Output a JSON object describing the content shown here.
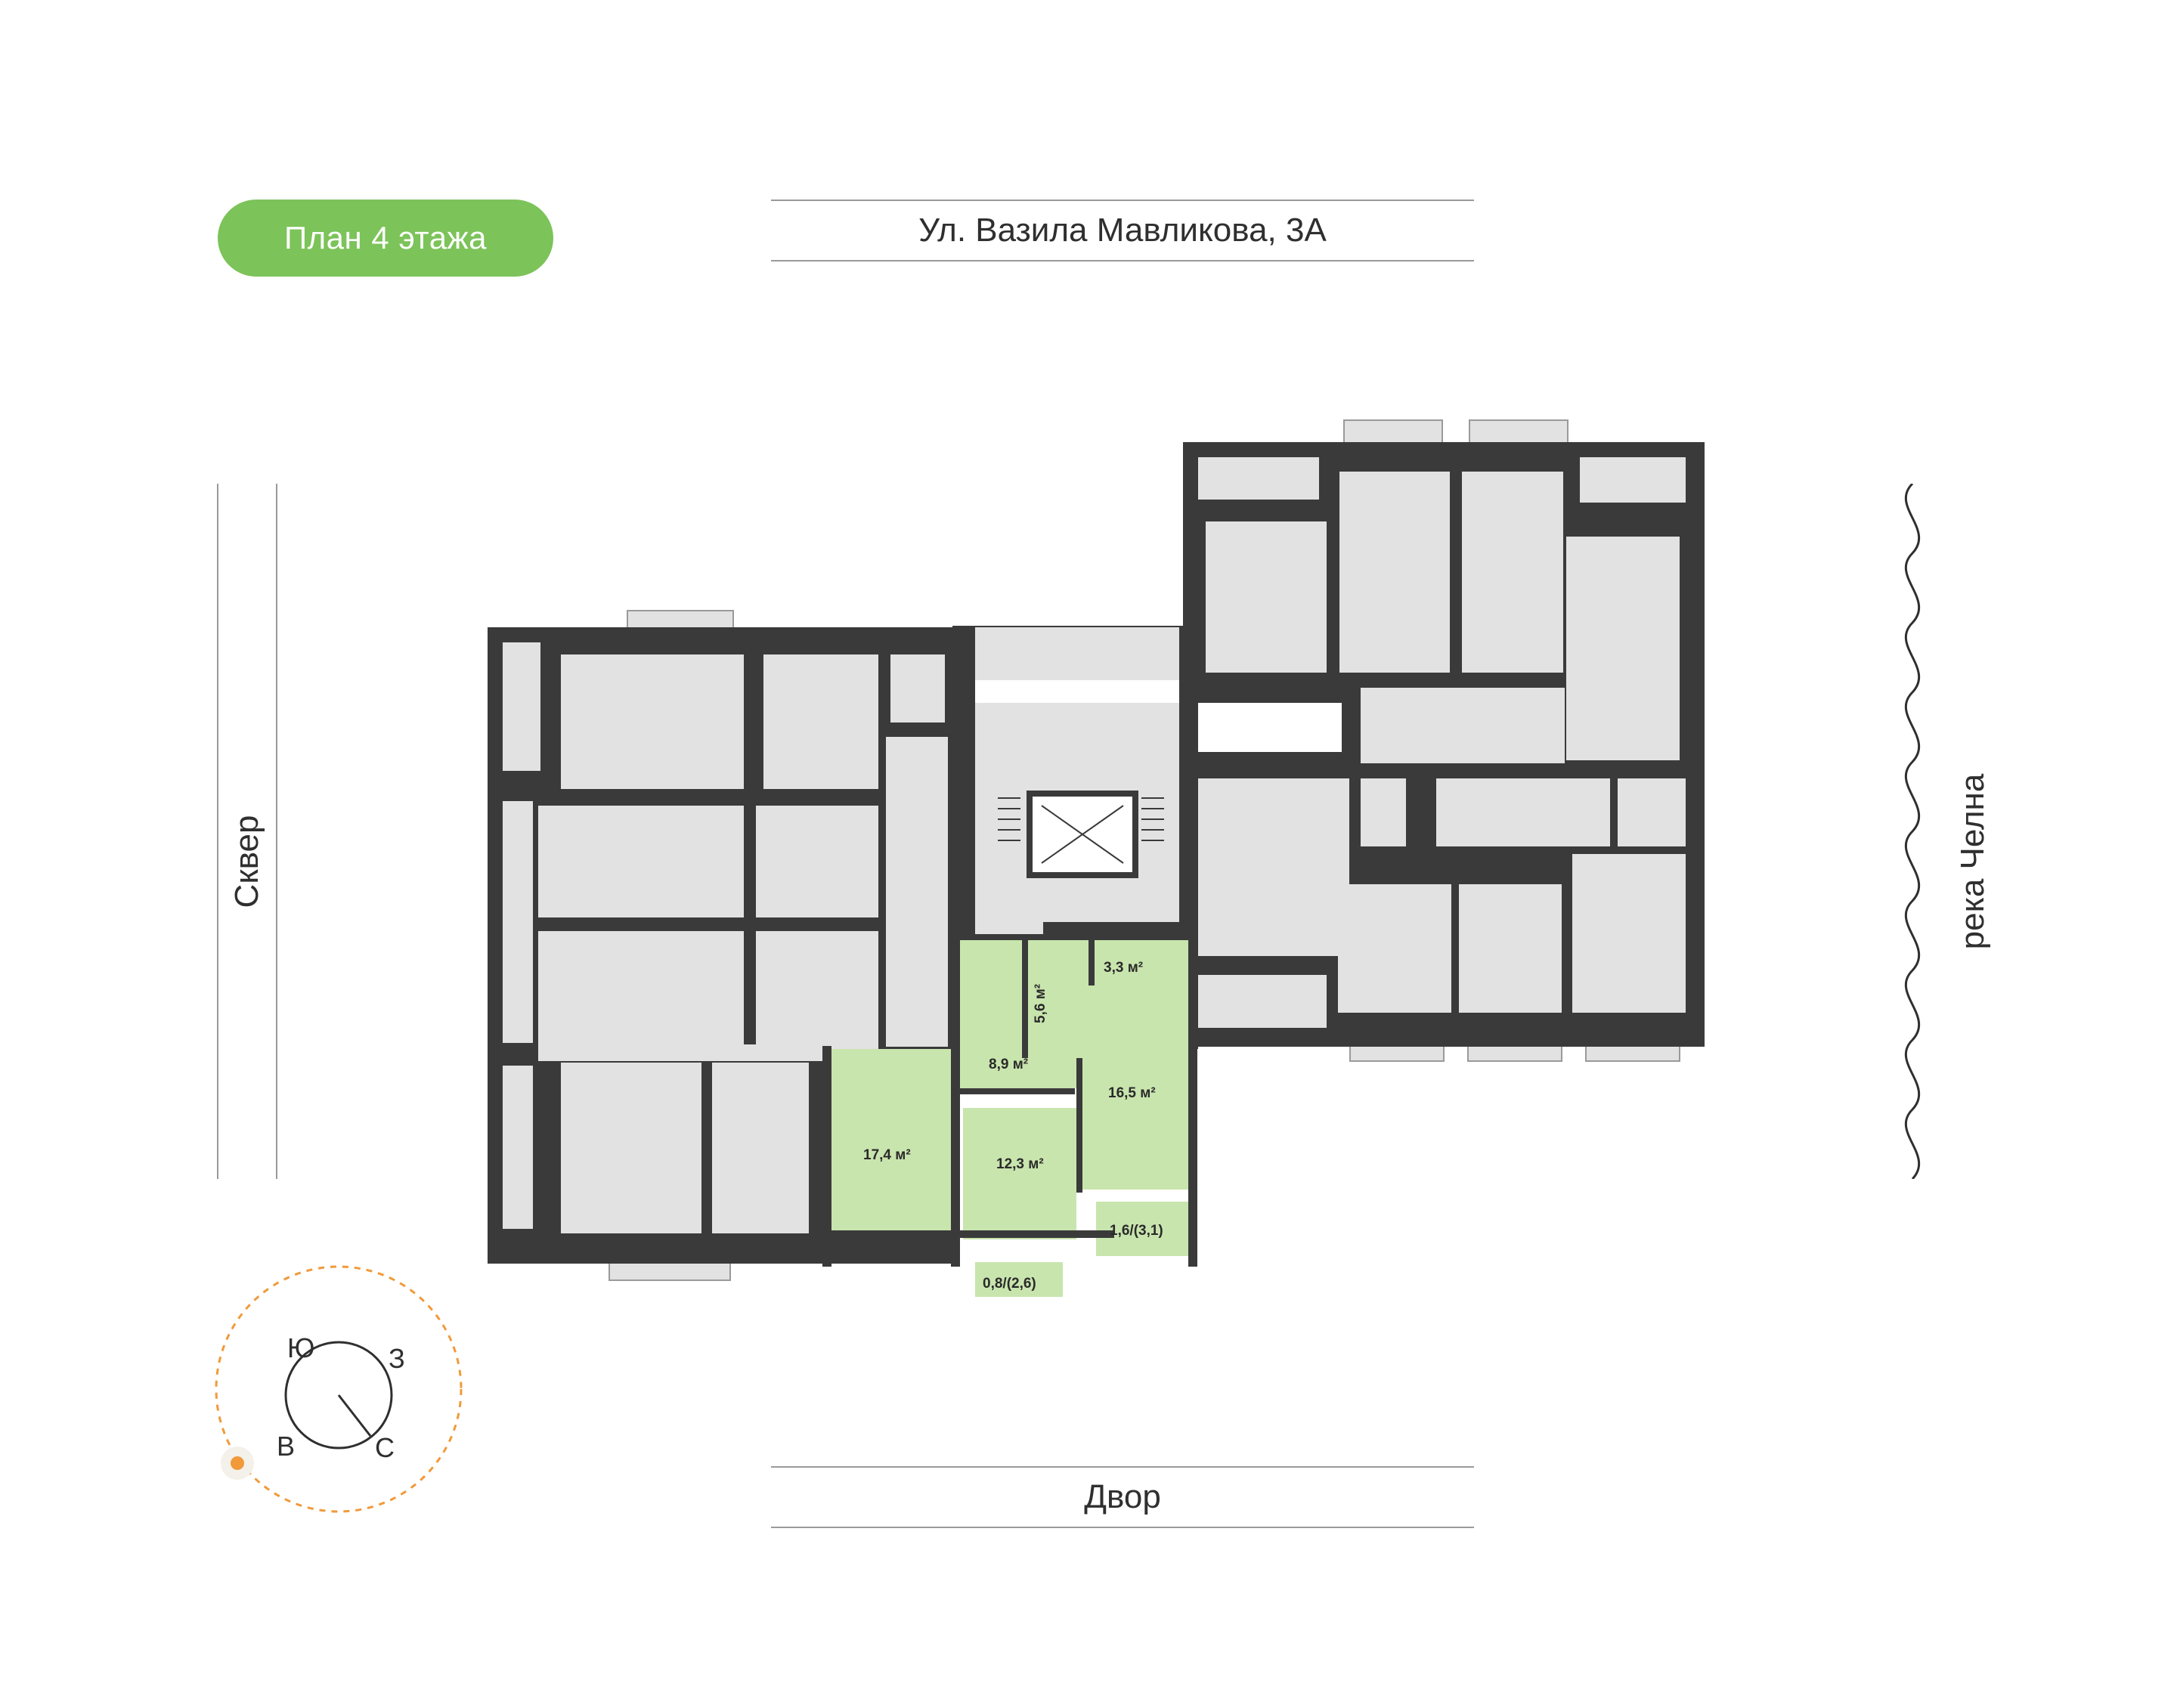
{
  "header": {
    "floor_badge": "План 4 этажа",
    "street_label": "Ул. Вазила Мавликова, 3А"
  },
  "sides": {
    "left": "Сквер",
    "right": "река Челна",
    "bottom": "Двор"
  },
  "compass": {
    "north": "С",
    "south": "Ю",
    "east": "В",
    "west": "З"
  },
  "highlighted_apartment": {
    "rooms": [
      {
        "name": "kitchen",
        "area": "17,4 м²"
      },
      {
        "name": "room-1",
        "area": "12,3 м²"
      },
      {
        "name": "room-2",
        "area": "16,5 м²"
      },
      {
        "name": "hall",
        "area": "8,9 м²"
      },
      {
        "name": "bathroom",
        "area": "5,6 м²"
      },
      {
        "name": "wc",
        "area": "3,3 м²"
      },
      {
        "name": "balcony-1",
        "area": "1,6/(3,1)"
      },
      {
        "name": "balcony-2",
        "area": "0,8/(2,6)"
      }
    ]
  },
  "colors": {
    "accent": "#7cc35a",
    "highlight": "#c9e5ae",
    "room": "#e2e2e2",
    "wall": "#3a3a3a",
    "compass_ring": "#f19a3a"
  }
}
